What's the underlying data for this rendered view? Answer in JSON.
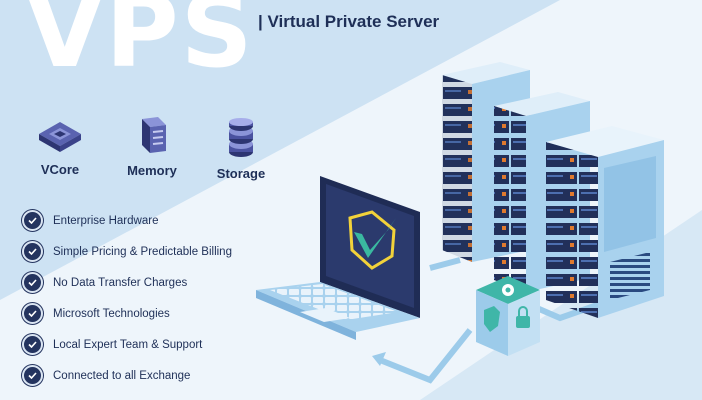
{
  "header": {
    "hero": "VPS",
    "subtitle": "| Virtual Private Server"
  },
  "features": [
    {
      "label": "VCore",
      "icon": "cpu-chip-icon"
    },
    {
      "label": "Memory",
      "icon": "memory-module-icon"
    },
    {
      "label": "Storage",
      "icon": "database-icon"
    }
  ],
  "checklist": [
    "Enterprise Hardware",
    "Simple Pricing & Predictable Billing",
    "No Data Transfer Charges",
    "Microsoft Technologies",
    "Local Expert Team & Support",
    "Connected to all Exchange"
  ],
  "colors": {
    "navy": "#1e2f57",
    "background": "#eef5fb",
    "accent_blue": "#9ccbea",
    "logo_green": "#3ab9a0",
    "logo_yellow": "#f2d23a"
  }
}
